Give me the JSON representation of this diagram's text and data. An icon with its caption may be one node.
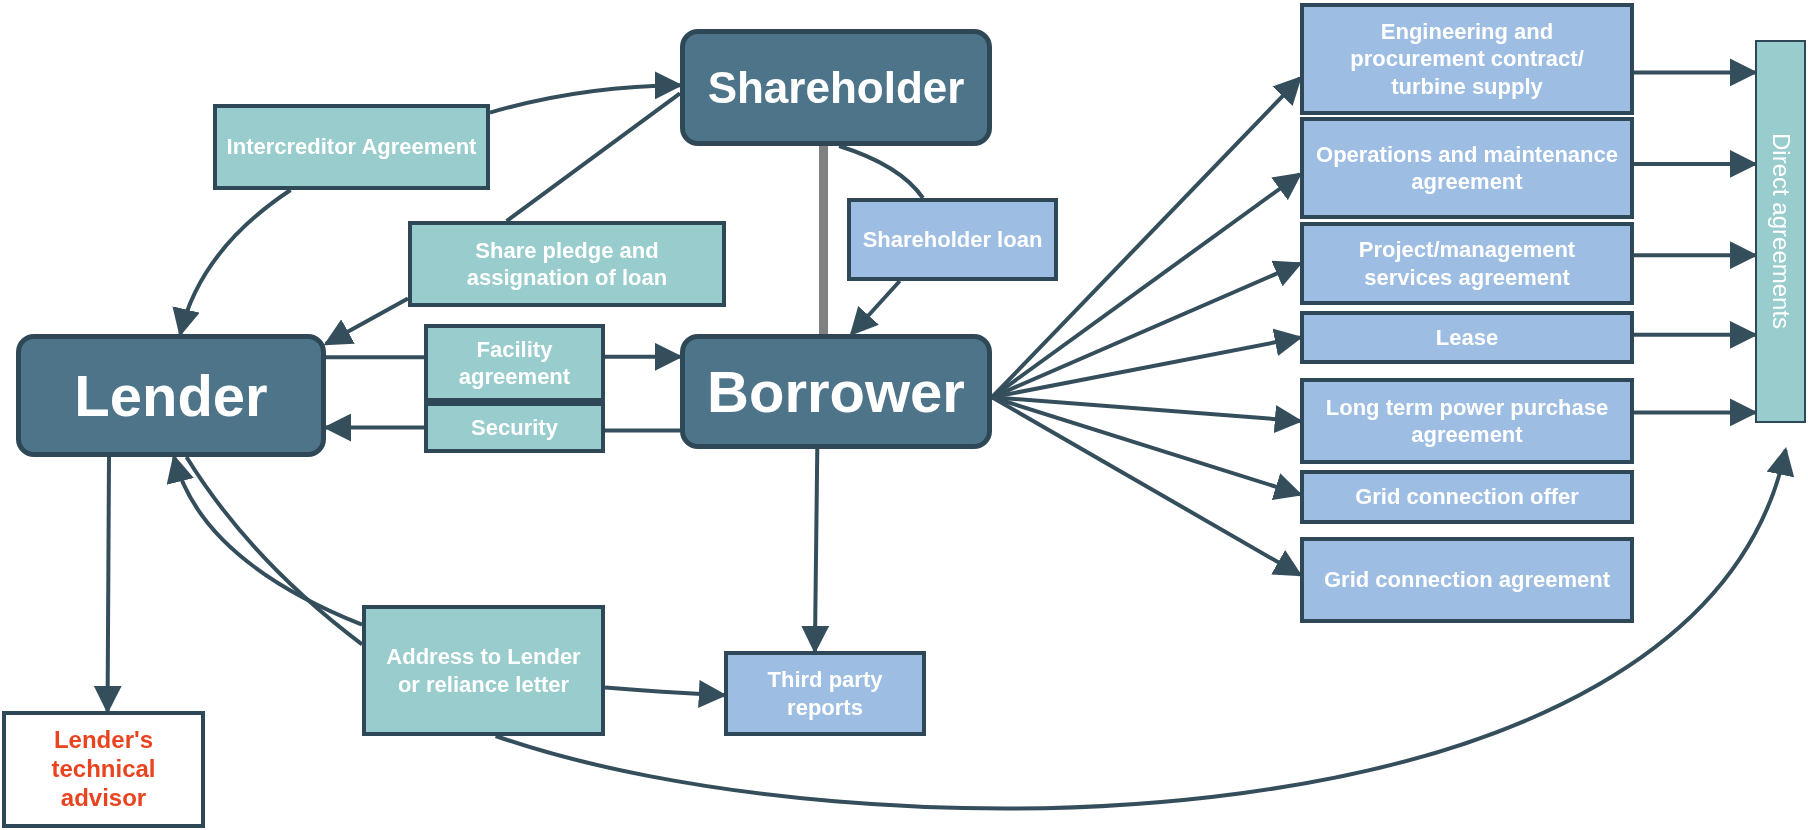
{
  "diagram": {
    "nodes": [
      {
        "text": [
          "Shareholder"
        ]
      },
      {
        "text": [
          "Intercreditor Agreement"
        ]
      },
      {
        "text": [
          "Share pledge and assignation of loan"
        ]
      },
      {
        "text": [
          "Shareholder loan"
        ]
      },
      {
        "text": [
          "Lender"
        ]
      },
      {
        "text": [
          "Facility agreement"
        ]
      },
      {
        "text": [
          "Security"
        ]
      },
      {
        "text": [
          "Borrower"
        ]
      },
      {
        "text": [
          "Address to Lender or reliance letter"
        ]
      },
      {
        "text": [
          "Third party reports"
        ]
      },
      {
        "text": [
          "Lender's technical advisor"
        ]
      },
      {
        "text": [
          "Engineering and procurement contract/ turbine supply"
        ]
      },
      {
        "text": [
          "Operations and maintenance agreement"
        ]
      },
      {
        "text": [
          "Project/management services agreement"
        ]
      },
      {
        "text": [
          "Lease"
        ]
      },
      {
        "text": [
          "Long term power purchase agreement"
        ]
      },
      {
        "text": [
          "Grid connection offer"
        ]
      },
      {
        "text": [
          "Grid connection agreement"
        ]
      },
      {
        "text": [
          "Direct agreements"
        ]
      }
    ],
    "edges": [
      {
        "from": 1,
        "to": 0,
        "arrow": "to"
      },
      {
        "from": 1,
        "to": 4,
        "arrow": "to"
      },
      {
        "from": 0,
        "to": 2,
        "arrow": "none"
      },
      {
        "from": 2,
        "to": 4,
        "arrow": "to"
      },
      {
        "from": 0,
        "to": 3,
        "arrow": "none"
      },
      {
        "from": 3,
        "to": 7,
        "arrow": "to"
      },
      {
        "from": 0,
        "to": 7,
        "arrow": "none",
        "style": "thick",
        "color": "#808080"
      },
      {
        "from": 4,
        "to": 5,
        "arrow": "none"
      },
      {
        "from": 5,
        "to": 7,
        "arrow": "to"
      },
      {
        "from": 7,
        "to": 6,
        "arrow": "none"
      },
      {
        "from": 6,
        "to": 4,
        "arrow": "to"
      },
      {
        "from": 4,
        "to": 10,
        "arrow": "to"
      },
      {
        "from": 8,
        "to": 4,
        "arrow": "to"
      },
      {
        "from": 4,
        "to": 8,
        "arrow": "none"
      },
      {
        "from": 8,
        "to": 9,
        "arrow": "to"
      },
      {
        "from": 8,
        "to": 18,
        "arrow": "to"
      },
      {
        "from": 7,
        "to": 9,
        "arrow": "to"
      },
      {
        "from": 7,
        "to": 11,
        "arrow": "to"
      },
      {
        "from": 7,
        "to": 12,
        "arrow": "to"
      },
      {
        "from": 7,
        "to": 13,
        "arrow": "to"
      },
      {
        "from": 7,
        "to": 14,
        "arrow": "to"
      },
      {
        "from": 7,
        "to": 15,
        "arrow": "to"
      },
      {
        "from": 7,
        "to": 16,
        "arrow": "to"
      },
      {
        "from": 7,
        "to": 17,
        "arrow": "to"
      },
      {
        "from": 11,
        "to": 18,
        "arrow": "to"
      },
      {
        "from": 12,
        "to": 18,
        "arrow": "to"
      },
      {
        "from": 13,
        "to": 18,
        "arrow": "to"
      },
      {
        "from": 14,
        "to": 18,
        "arrow": "to"
      },
      {
        "from": 15,
        "to": 18,
        "arrow": "to"
      }
    ]
  }
}
